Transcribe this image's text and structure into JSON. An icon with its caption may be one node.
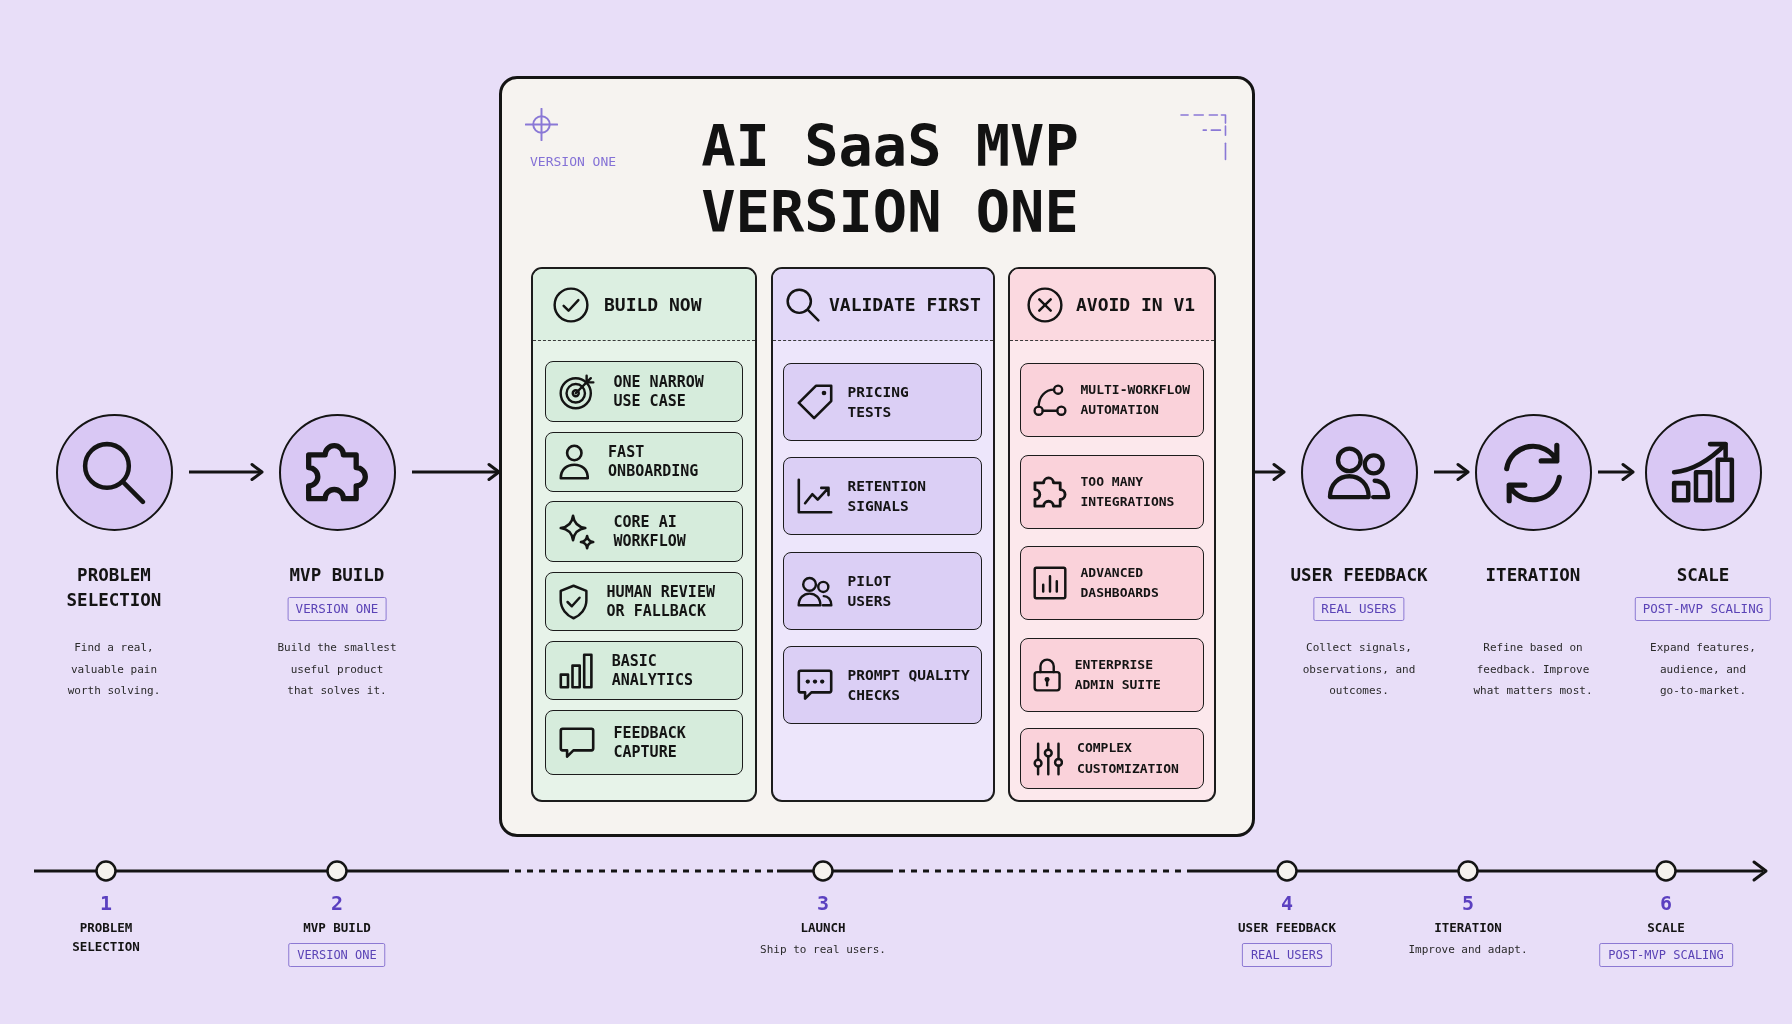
{
  "diagram": {
    "title": "AI SaaS MVP VERSION ONE",
    "nodes": [
      {
        "text": [
          "PROBLEM SELECTION"
        ]
      },
      {
        "text": [
          "MVP BUILD",
          "VERSION ONE"
        ]
      },
      {
        "text": [],
        "shape": "box"
      },
      {
        "text": [
          "BUILD NOW"
        ],
        "in": 2
      },
      {
        "text": [
          "ONE NARROW USE CASE"
        ],
        "in": 3
      },
      {
        "text": [
          "FAST ONBOARDING"
        ],
        "in": 3
      },
      {
        "text": [
          "CORE AI WORKFLOW"
        ],
        "in": 3
      },
      {
        "text": [
          "HUMAN REVIEW OR FALLBACK"
        ],
        "in": 3
      },
      {
        "text": [
          "BASIC ANALYTICS"
        ],
        "in": 3
      },
      {
        "text": [
          "FEEDBACK CAPTURE"
        ],
        "in": 3
      },
      {
        "text": [
          "VALIDATE FIRST"
        ],
        "in": 2
      },
      {
        "text": [
          "PRICING TESTS"
        ],
        "in": 10
      },
      {
        "text": [
          "RETENTION SIGNALS"
        ],
        "in": 10
      },
      {
        "text": [
          "PILOT USERS"
        ],
        "in": 10
      },
      {
        "text": [
          "PROMPT QUALITY CHECKS"
        ],
        "in": 10
      },
      {
        "text": [
          "AVOID IN V1"
        ],
        "in": 2
      },
      {
        "text": [
          "MULTI-WORKFLOW AUTOMATION"
        ],
        "in": 15
      },
      {
        "text": [
          "TOO MANY INTEGRATIONS"
        ],
        "in": 15
      },
      {
        "text": [
          "ADVANCED DASHBOARDS"
        ],
        "in": 15
      },
      {
        "text": [
          "ENTERPRISE ADMIN SUITE"
        ],
        "in": 15
      },
      {
        "text": [
          "COMPLEX CUSTOMIZATION"
        ],
        "in": 15
      },
      {
        "text": [
          "USER FEEDBACK",
          "REAL USERS"
        ]
      },
      {
        "text": [
          "ITERATION"
        ]
      },
      {
        "text": [
          "SCALE",
          "POST-MVP SCALING"
        ]
      }
    ],
    "edges": [
      {
        "from": 0,
        "to": 1,
        "arrow": "to"
      },
      {
        "from": 1,
        "to": 2,
        "arrow": "to"
      },
      {
        "from": 2,
        "to": 21,
        "arrow": "to"
      },
      {
        "from": 21,
        "to": 22,
        "arrow": "to"
      },
      {
        "from": 22,
        "to": 23,
        "arrow": "to"
      }
    ],
    "labels": [
      "VERSION ONE",
      "Find a real, valuable pain worth solving.",
      "Build the smallest useful product that solves it.",
      "Collect signals, observations, and outcomes.",
      "Refine based on feedback. Improve what matters most.",
      "Expand features, audience, and go-to-market.",
      "1",
      "PROBLEM SELECTION",
      "2",
      "MVP BUILD",
      "VERSION ONE",
      "3",
      "LAUNCH",
      "Ship to real users.",
      "4",
      "USER FEEDBACK",
      "REAL USERS",
      "5",
      "ITERATION",
      "Improve and adapt.",
      "6",
      "SCALE",
      "POST-MVP SCALING"
    ]
  }
}
